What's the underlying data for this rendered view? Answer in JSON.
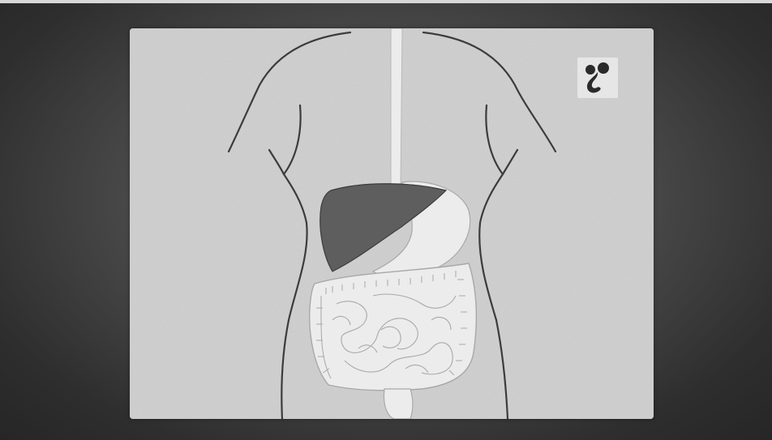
{
  "scene": {
    "subject": "anatomy-slide",
    "organs": [
      "esophagus",
      "liver",
      "stomach",
      "small-intestine",
      "large-intestine",
      "rectum"
    ],
    "colors": {
      "background": "#3a3a3a",
      "slide": "#cfcfcf",
      "outline": "#3c3c3c",
      "liver": "#5e5e5e",
      "organ_fill": "#ececec",
      "organ_lines": "#a8a8a8"
    }
  },
  "logo": {
    "icon": "sprout-logo-icon"
  }
}
